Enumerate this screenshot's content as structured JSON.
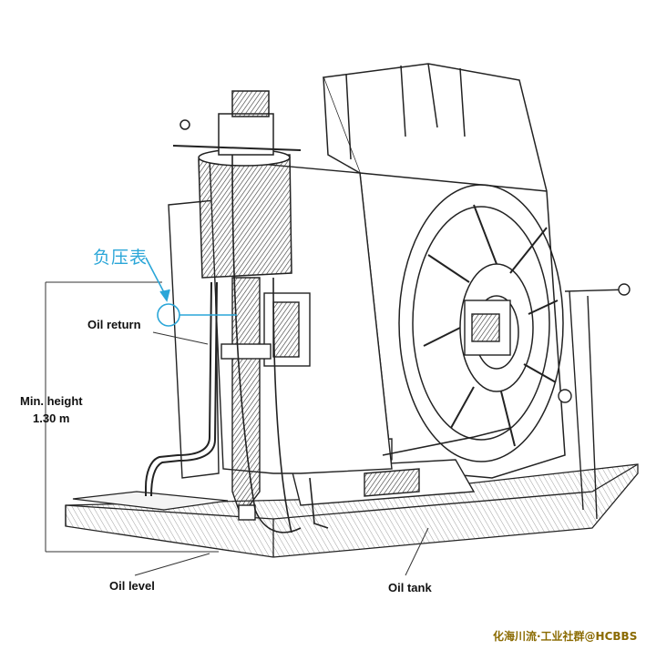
{
  "labels": {
    "gauge_cn": "负压表",
    "oil_return": "Oil return",
    "min_height_line1": "Min. height",
    "min_height_line2": "1.30 m",
    "oil_level": "Oil level",
    "oil_tank": "Oil tank"
  },
  "watermark": {
    "text": "化海川流·工业社群@HCBBS",
    "color": "#8a6a00"
  },
  "colors": {
    "annotation": "#2aa6d8",
    "ink": "#222222"
  }
}
